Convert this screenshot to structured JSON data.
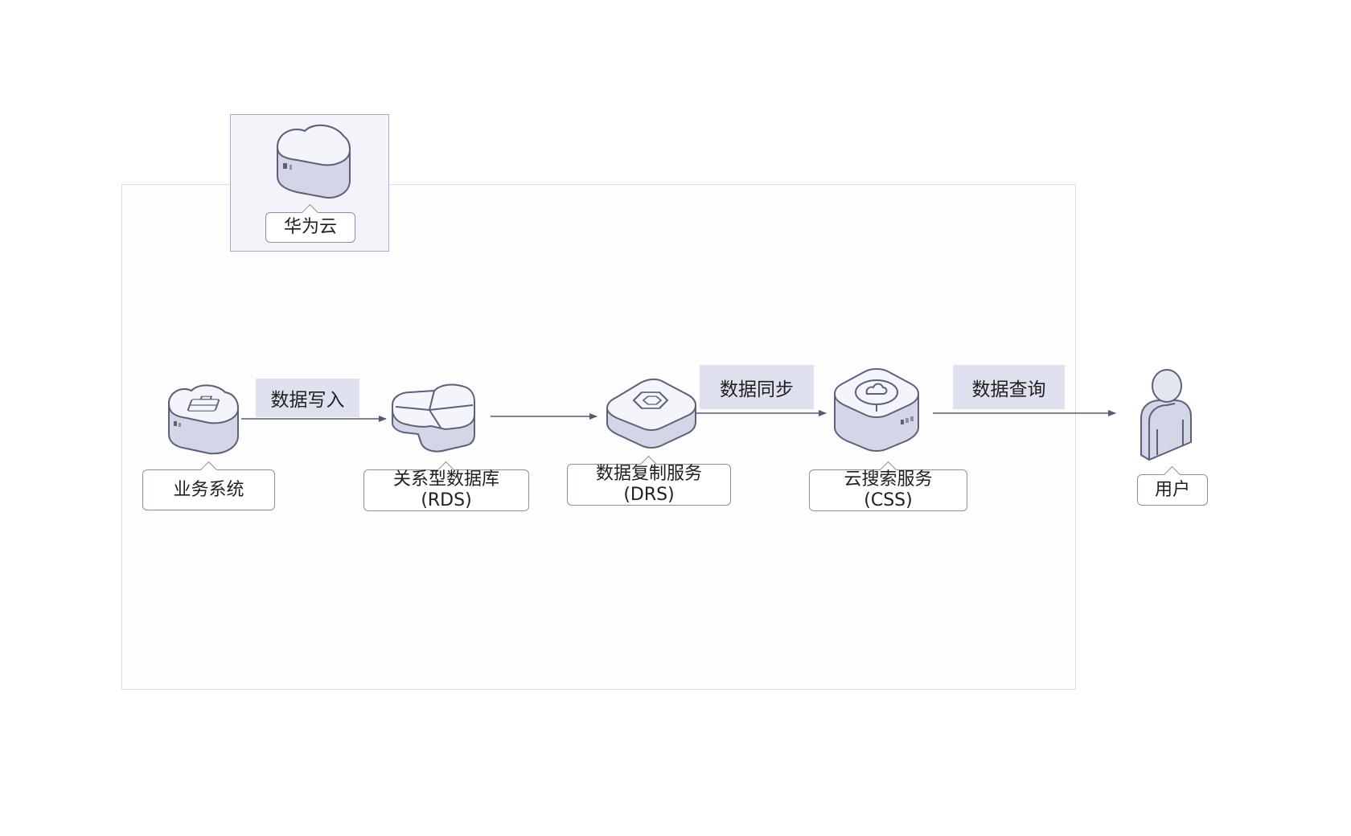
{
  "cloud": {
    "label": "华为云"
  },
  "nodes": {
    "business": {
      "label_line1": "业务系统",
      "label_line2": ""
    },
    "rds": {
      "label_line1": "关系型数据库",
      "label_line2": "(RDS)"
    },
    "drs": {
      "label_line1": "数据复制服务",
      "label_line2": "(DRS)"
    },
    "css": {
      "label_line1": "云搜索服务",
      "label_line2": "(CSS)"
    },
    "user": {
      "label_line1": "用户",
      "label_line2": ""
    }
  },
  "flows": {
    "write": "数据写入",
    "sync": "数据同步",
    "query": "数据查询"
  },
  "colors": {
    "icon_top": "#f2f3f8",
    "icon_side": "#d3d6e6",
    "icon_stroke": "#5c6078",
    "tag_bg": "#dfe1ee",
    "cloud_box_bg": "#f3f3f9",
    "arrow": "#555a70"
  }
}
